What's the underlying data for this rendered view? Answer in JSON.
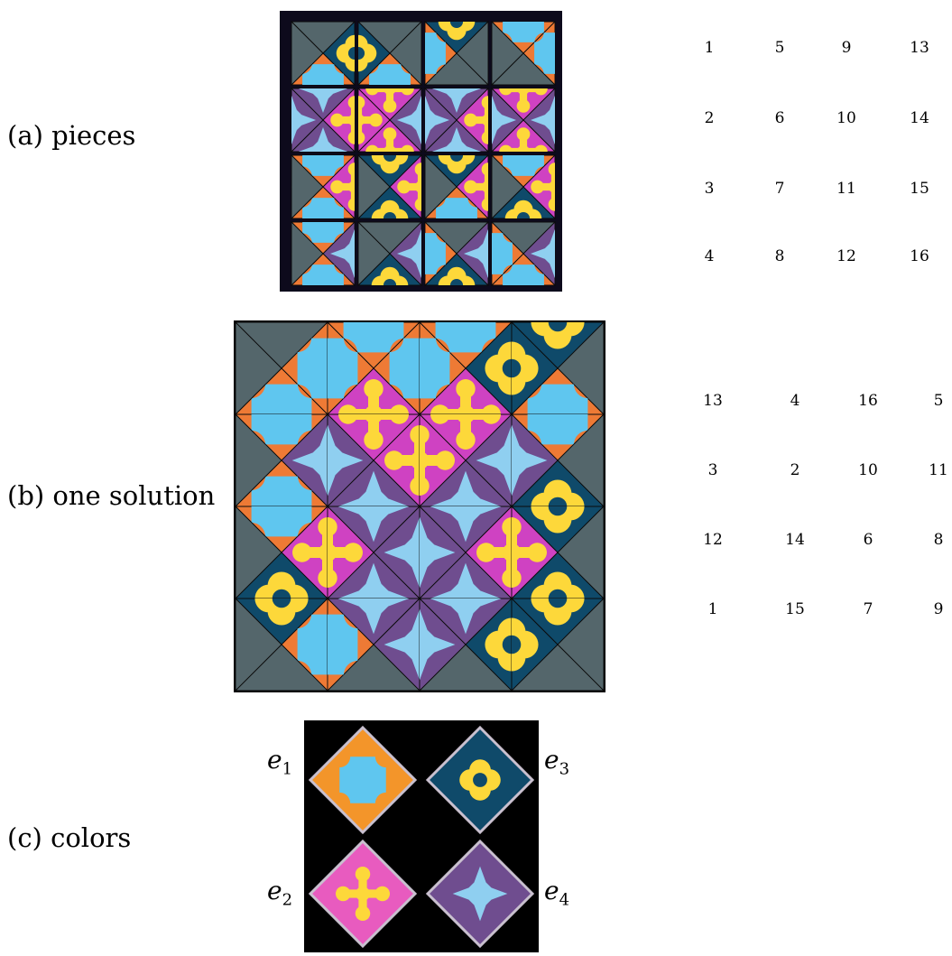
{
  "captions": {
    "pieces": "(a) pieces",
    "solution": "(b) one solution",
    "colors": "(c) colors"
  },
  "palette": {
    "background_gray": "#54666b",
    "orange": "#ee7a35",
    "cyan_shape": "#5fc6ef",
    "dark_blue": "#0f4a6a",
    "yellow_shape": "#fdd83a",
    "magenta": "#cf42c2",
    "purple": "#6f4d8f",
    "light_blue_shape": "#8fcff0",
    "frame_dark": "#0d0a1c"
  },
  "pieces_numbers": [
    [
      "1",
      "5",
      "9",
      "13"
    ],
    [
      "2",
      "6",
      "10",
      "14"
    ],
    [
      "3",
      "7",
      "11",
      "15"
    ],
    [
      "4",
      "8",
      "12",
      "16"
    ]
  ],
  "solution_numbers": [
    [
      "13",
      "4",
      "16",
      "5"
    ],
    [
      "3",
      "2",
      "10",
      "11"
    ],
    [
      "12",
      "14",
      "6",
      "8"
    ],
    [
      "1",
      "15",
      "7",
      "9"
    ]
  ],
  "solution_edges": {
    "horizontal": [
      [
        "N",
        "O",
        "O",
        "B"
      ],
      [
        "O",
        "P",
        "P",
        "O"
      ],
      [
        "O",
        "M",
        "M",
        "B"
      ],
      [
        "B",
        "M",
        "M",
        "B"
      ],
      [
        "N",
        "N",
        "N",
        "N"
      ]
    ],
    "vertical": [
      [
        "N",
        "O",
        "O",
        "B",
        "N"
      ],
      [
        "N",
        "M",
        "P",
        "M",
        "N"
      ],
      [
        "N",
        "P",
        "M",
        "P",
        "N"
      ],
      [
        "N",
        "O",
        "M",
        "B",
        "N"
      ]
    ]
  },
  "color_labels": [
    {
      "letter": "e",
      "sub": "1",
      "color": "orange",
      "motif": "cyan-cross-icon"
    },
    {
      "letter": "e",
      "sub": "3",
      "color": "dark_blue",
      "motif": "yellow-flower-icon"
    },
    {
      "letter": "e",
      "sub": "2",
      "color": "magenta",
      "motif": "yellow-cross-icon"
    },
    {
      "letter": "e",
      "sub": "4",
      "color": "purple",
      "motif": "light-blue-star-icon"
    }
  ]
}
